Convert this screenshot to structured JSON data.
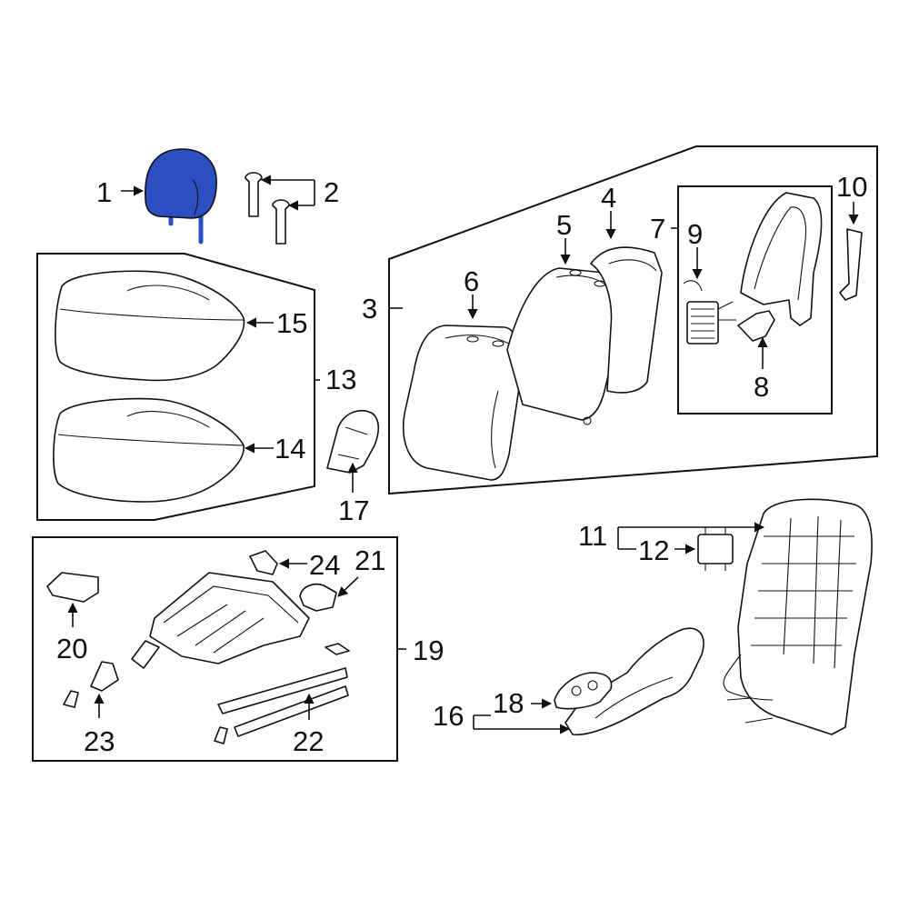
{
  "colors": {
    "highlight": "#2d4fc4",
    "line": "#111111",
    "background": "#ffffff"
  },
  "callouts": [
    {
      "id": "1",
      "label": "1"
    },
    {
      "id": "2",
      "label": "2"
    },
    {
      "id": "3",
      "label": "3"
    },
    {
      "id": "4",
      "label": "4"
    },
    {
      "id": "5",
      "label": "5"
    },
    {
      "id": "6",
      "label": "6"
    },
    {
      "id": "7",
      "label": "7"
    },
    {
      "id": "8",
      "label": "8"
    },
    {
      "id": "9",
      "label": "9"
    },
    {
      "id": "10",
      "label": "10"
    },
    {
      "id": "11",
      "label": "11"
    },
    {
      "id": "12",
      "label": "12"
    },
    {
      "id": "13",
      "label": "13"
    },
    {
      "id": "14",
      "label": "14"
    },
    {
      "id": "15",
      "label": "15"
    },
    {
      "id": "16",
      "label": "16"
    },
    {
      "id": "17",
      "label": "17"
    },
    {
      "id": "18",
      "label": "18"
    },
    {
      "id": "19",
      "label": "19"
    },
    {
      "id": "20",
      "label": "20"
    },
    {
      "id": "21",
      "label": "21"
    },
    {
      "id": "22",
      "label": "22"
    },
    {
      "id": "23",
      "label": "23"
    },
    {
      "id": "24",
      "label": "24"
    }
  ],
  "highlighted_part": "1"
}
